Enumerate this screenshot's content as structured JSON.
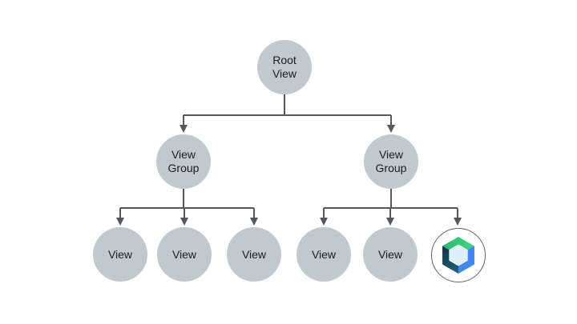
{
  "diagram": {
    "nodes": {
      "root": {
        "line1": "Root",
        "line2": "View"
      },
      "group_left": {
        "line1": "View",
        "line2": "Group"
      },
      "group_right": {
        "line1": "View",
        "line2": "Group"
      },
      "view_1": {
        "label": "View"
      },
      "view_2": {
        "label": "View"
      },
      "view_3": {
        "label": "View"
      },
      "view_4": {
        "label": "View"
      },
      "view_5": {
        "label": "View"
      },
      "compose_leaf": {
        "icon": "jetpack-compose-logo"
      }
    },
    "edges": [
      {
        "from": "root",
        "to": "group_left"
      },
      {
        "from": "root",
        "to": "group_right"
      },
      {
        "from": "group_left",
        "to": "view_1"
      },
      {
        "from": "group_left",
        "to": "view_2"
      },
      {
        "from": "group_left",
        "to": "view_3"
      },
      {
        "from": "group_right",
        "to": "view_4"
      },
      {
        "from": "group_right",
        "to": "view_5"
      },
      {
        "from": "group_right",
        "to": "compose_leaf"
      }
    ]
  },
  "colors": {
    "background": "#ffffff",
    "node_fill": "#bfc9ce",
    "node_text": "#1b1d1e",
    "connector": "#54585b",
    "logo_ring": "#5f6368",
    "logo_green_dark": "#2bb673",
    "logo_green_light": "#3fd97e",
    "logo_blue": "#4285f4",
    "logo_navy_dark": "#0d3345",
    "logo_navy_light": "#1d5a74",
    "logo_core": "#def0fb"
  }
}
